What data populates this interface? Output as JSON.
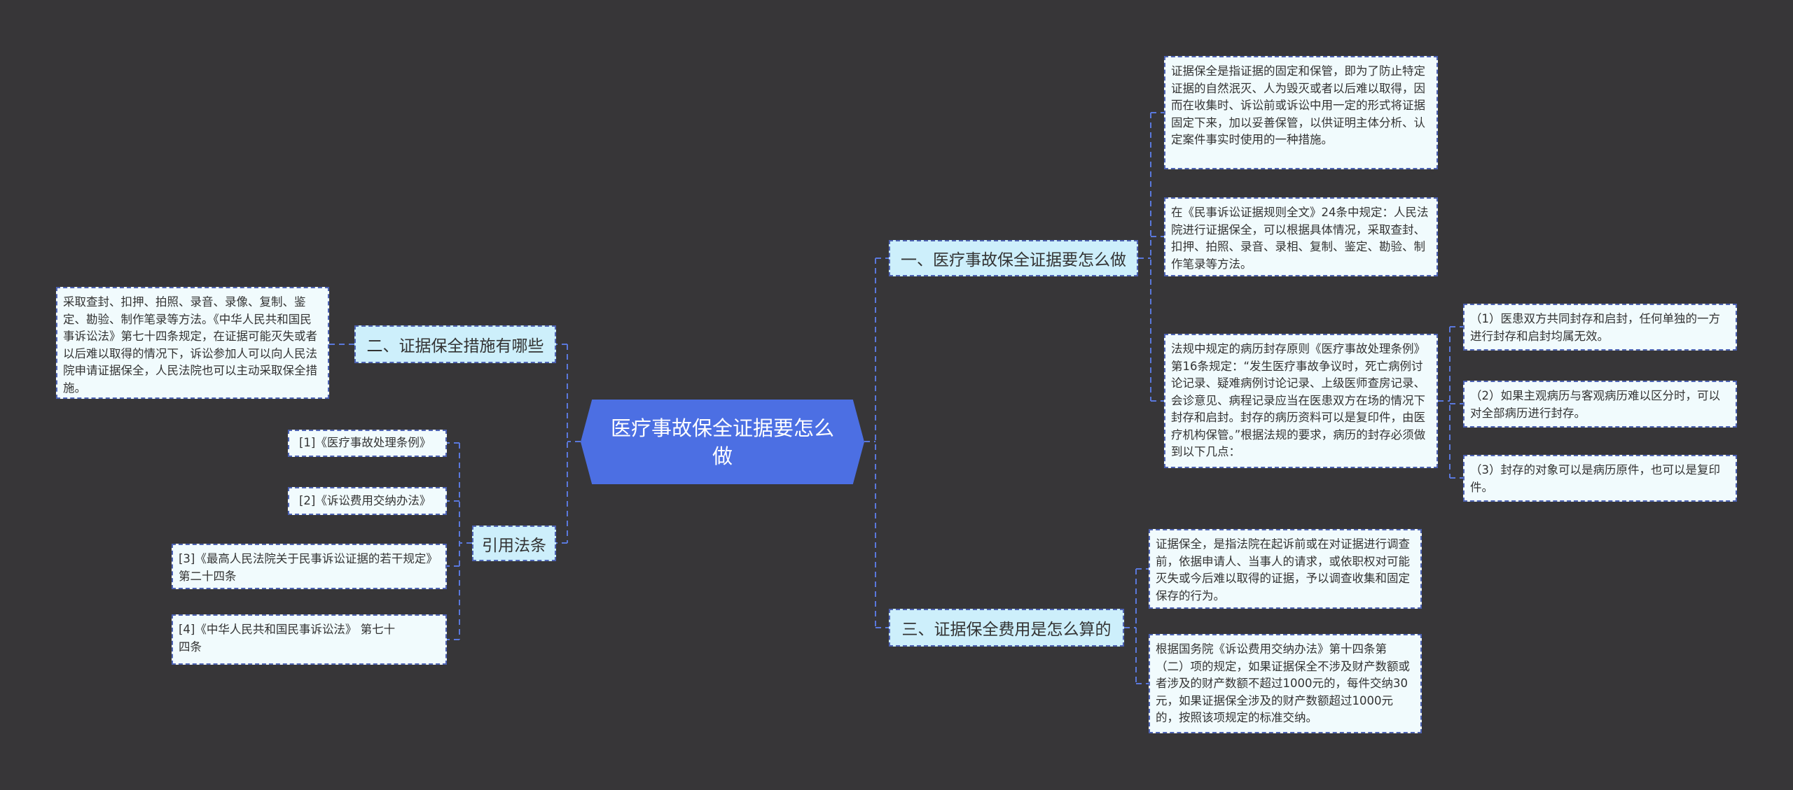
{
  "center": {
    "title": "医疗事故保全证据要怎么做"
  },
  "branches": {
    "b1": {
      "label": "一、医疗事故保全证据要怎么做",
      "children": [
        "证据保全是指证据的固定和保管，即为了防止特定证据的自然泯灭、人为毁灭或者以后难以取得，因而在收集时、诉讼前或诉讼中用一定的形式将证据固定下来，加以妥善保管，以供证明主体分析、认定案件事实时使用的一种措施。",
        "在《民事诉讼证据规则全文》24条中规定：人民法院进行证据保全，可以根据具体情况，采取查封、扣押、拍照、录音、录相、复制、鉴定、勘验、制作笔录等方法。",
        "法规中规定的病历封存原则《医疗事故处理条例》第16条规定：“发生医疗事故争议时，死亡病例讨论记录、疑难病例讨论记录、上级医师查房记录、会诊意见、病程记录应当在医患双方在场的情况下封存和启封。封存的病历资料可以是复印件，由医疗机构保管。”根据法规的要求，病历的封存必须做到以下几点："
      ],
      "sub": [
        "（1）医患双方共同封存和启封，任何单独的一方进行封存和启封均属无效。",
        "（2）如果主观病历与客观病历难以区分时，可以对全部病历进行封存。",
        "（3）封存的对象可以是病历原件，也可以是复印件。"
      ]
    },
    "b2": {
      "label": "二、证据保全措施有哪些",
      "children": [
        "采取查封、扣押、拍照、录音、录像、复制、鉴定、勘验、制作笔录等方法。《中华人民共和国民事诉讼法》第七十四条规定，在证据可能灭失或者以后难以取得的情况下，诉讼参加人可以向人民法院申请证据保全，人民法院也可以主动采取保全措施。"
      ]
    },
    "b3": {
      "label": "三、证据保全费用是怎么算的",
      "children": [
        "证据保全，是指法院在起诉前或在对证据进行调查前，依据申请人、当事人的请求，或依职权对可能灭失或今后难以取得的证据，予以调查收集和固定保存的行为。",
        "根据国务院《诉讼费用交纳办法》第十四条第（二）项的规定，如果证据保全不涉及财产数额或者涉及的财产数额不超过1000元的，每件交纳30元，如果证据保全涉及的财产数额超过1000元的，按照该项规定的标准交纳。"
      ]
    },
    "b4": {
      "label": "引用法条",
      "children": [
        "[1]《医疗事故处理条例》",
        "[2]《诉讼费用交纳办法》",
        "[3]《最高人民法院关于民事诉讼证据的若干规定》 第二十四条",
        "[4]《中华人民共和国民事诉讼法》 第七十四条"
      ]
    }
  },
  "colors": {
    "background": "#373638",
    "center": "#4c6fe3",
    "branch": "#cdeffb",
    "leaf": "#f1fbfd",
    "line": "#5a78dc"
  }
}
